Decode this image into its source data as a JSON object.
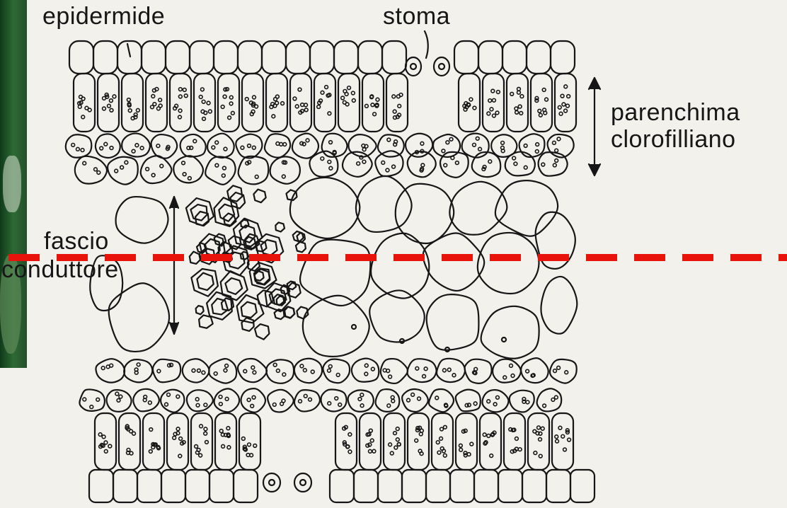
{
  "labels": {
    "epidermide": "epidermide",
    "stoma": "stoma",
    "parenchima_line1": "parenchima",
    "parenchima_line2": "clorofilliano",
    "fascio_line1": "fascio",
    "fascio_line2": "conduttore"
  },
  "colors": {
    "cut_line": "#e8140c",
    "ink": "#161616",
    "paper": "#f2f1ec",
    "leaf_photo": "#2e6a34"
  },
  "leaf_photo": "green-leaf-photo"
}
